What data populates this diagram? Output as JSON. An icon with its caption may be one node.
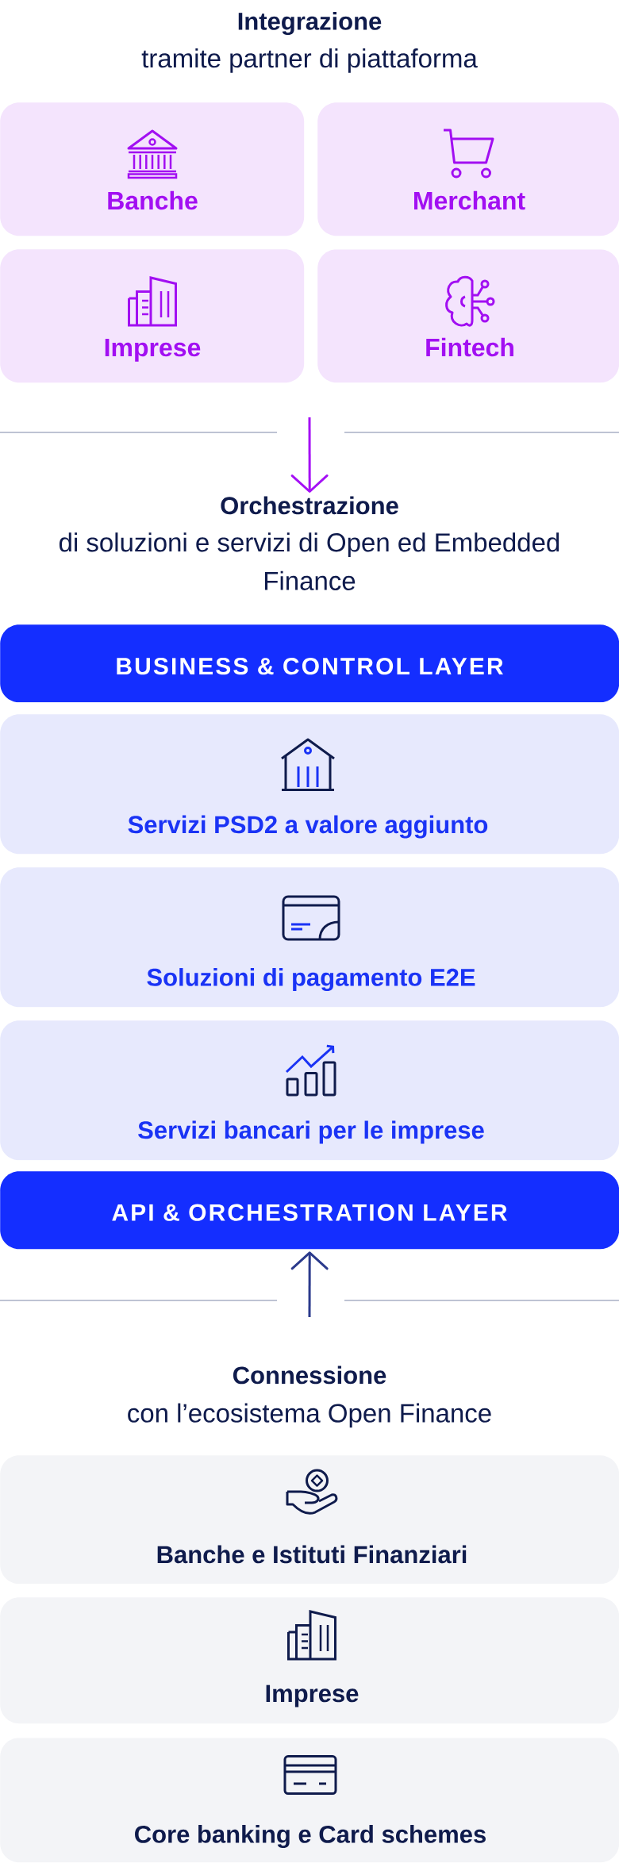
{
  "diagram": {
    "nodes": [
      {
        "text": [
          "Banche"
        ]
      },
      {
        "text": [
          "Merchant"
        ]
      },
      {
        "text": [
          "Imprese"
        ]
      },
      {
        "text": [
          "Fintech"
        ]
      },
      {
        "text": [
          "Orchestrazione",
          "di soluzioni e servizi di Open ed Embedded Finance"
        ]
      },
      {
        "text": [
          "BUSINESS & CONTROL LAYER"
        ]
      },
      {
        "text": [
          "Servizi PSD2 a valore aggiunto"
        ]
      },
      {
        "text": [
          "Soluzioni di pagamento E2E"
        ]
      },
      {
        "text": [
          "Servizi bancari per le imprese"
        ]
      },
      {
        "text": [
          "API & ORCHESTRATION LAYER"
        ]
      },
      {
        "text": [
          "Banche e Istituti Finanziari"
        ]
      },
      {
        "text": [
          "Imprese"
        ]
      },
      {
        "text": [
          "Core banking e Card schemes"
        ]
      }
    ],
    "edges": [
      {
        "from": null,
        "to": 4,
        "arrow": "to",
        "color": "#a510f5"
      },
      {
        "from": null,
        "to": 9,
        "arrow": "to",
        "color": "#2b3a8c"
      }
    ],
    "labels": [
      "Integrazione",
      "tramite partner di piattaforma",
      "Connessione",
      "con l’ecosistema Open Finance"
    ]
  }
}
